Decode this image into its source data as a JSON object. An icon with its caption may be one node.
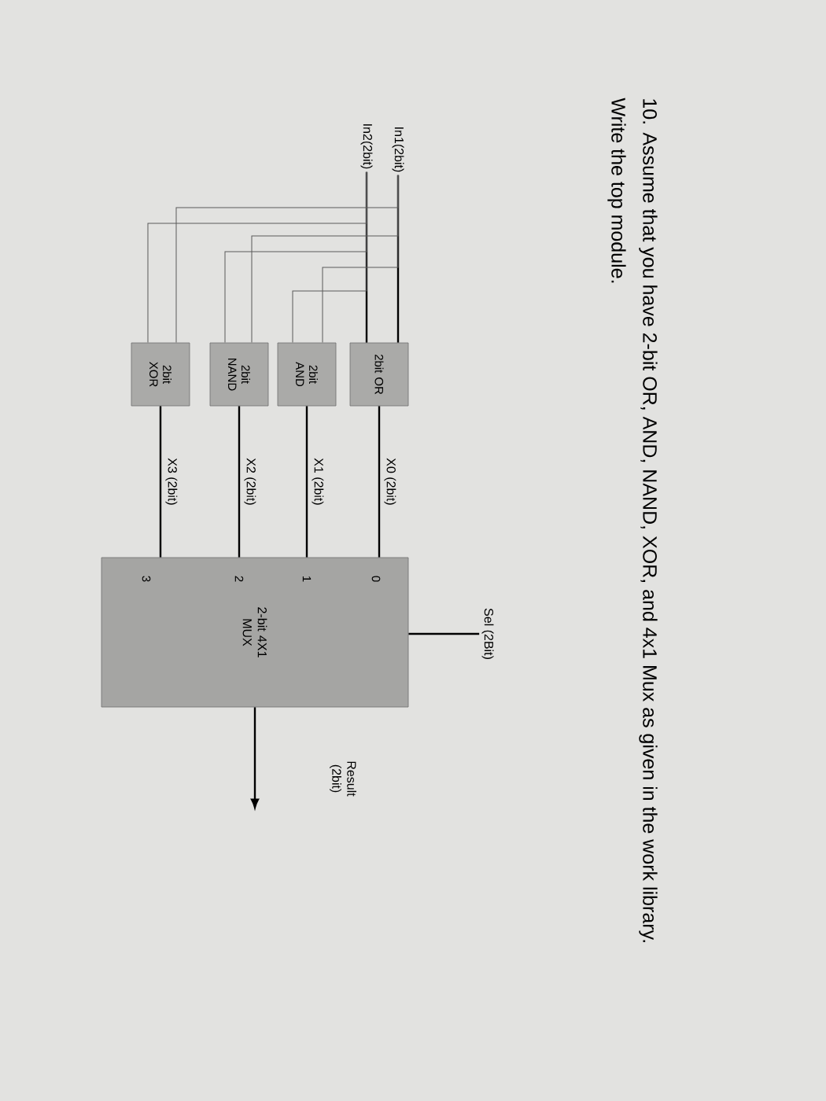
{
  "diagram": {
    "title": "10. Assume that you have 2-bit OR, AND, NAND, XOR, and 4x1 Mux as given in the work library.",
    "nodes": [
      {
        "text": [
          "In1(2bit)"
        ]
      },
      {
        "text": [
          "In2(2bit)"
        ]
      },
      {
        "text": [
          "2bit OR"
        ]
      },
      {
        "text": [
          "2bit AND"
        ]
      },
      {
        "text": [
          "2bit NAND"
        ]
      },
      {
        "text": [
          "2bit XOR"
        ]
      },
      {
        "text": [
          "2-bit 4X1 MUX"
        ]
      },
      {
        "text": [
          "Sel (2Bit)"
        ]
      },
      {
        "text": [
          "Result (2bit)"
        ]
      }
    ],
    "edges": [
      {
        "from": 0,
        "to": 2,
        "arrow": "none"
      },
      {
        "from": 1,
        "to": 2,
        "arrow": "none"
      },
      {
        "from": 0,
        "to": 3,
        "arrow": "none"
      },
      {
        "from": 1,
        "to": 3,
        "arrow": "none"
      },
      {
        "from": 0,
        "to": 4,
        "arrow": "none"
      },
      {
        "from": 1,
        "to": 4,
        "arrow": "none"
      },
      {
        "from": 0,
        "to": 5,
        "arrow": "none"
      },
      {
        "from": 1,
        "to": 5,
        "arrow": "none"
      },
      {
        "from": 2,
        "to": 6,
        "arrow": "none",
        "label": "X0 (2bit)"
      },
      {
        "from": 3,
        "to": 6,
        "arrow": "none",
        "label": "X1 (2bit)"
      },
      {
        "from": 4,
        "to": 6,
        "arrow": "none",
        "label": "X2 (2bit)"
      },
      {
        "from": 5,
        "to": 6,
        "arrow": "none",
        "label": "X3 (2bit)"
      },
      {
        "from": 7,
        "to": 6,
        "arrow": "none"
      },
      {
        "from": 6,
        "to": 8,
        "arrow": "to"
      }
    ],
    "labels": [
      "Write the top module.",
      "0",
      "1",
      "2",
      "3"
    ]
  }
}
